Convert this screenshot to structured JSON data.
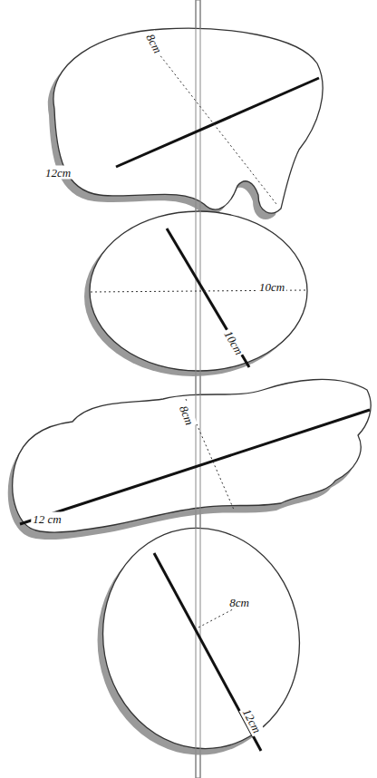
{
  "diagram": {
    "labels": [
      "8cm",
      "12cm",
      "10cm",
      "10cm",
      "8cm",
      "12 cm",
      "8cm",
      "12cm"
    ]
  }
}
